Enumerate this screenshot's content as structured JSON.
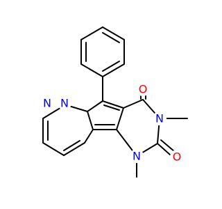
{
  "molecule": {
    "atoms": {
      "n_pyridazine_a": {
        "label": "N",
        "color": "#0000ff"
      },
      "n_pyridazine_b": {
        "label": "N",
        "color": "#0000ff"
      },
      "n_methyl_upper": {
        "label": "N",
        "color": "#0000ff"
      },
      "n_methyl_lower": {
        "label": "N",
        "color": "#0000ff"
      },
      "o_upper": {
        "label": "O",
        "color": "#ff0000"
      },
      "o_lower": {
        "label": "O",
        "color": "#ff0000"
      }
    }
  }
}
